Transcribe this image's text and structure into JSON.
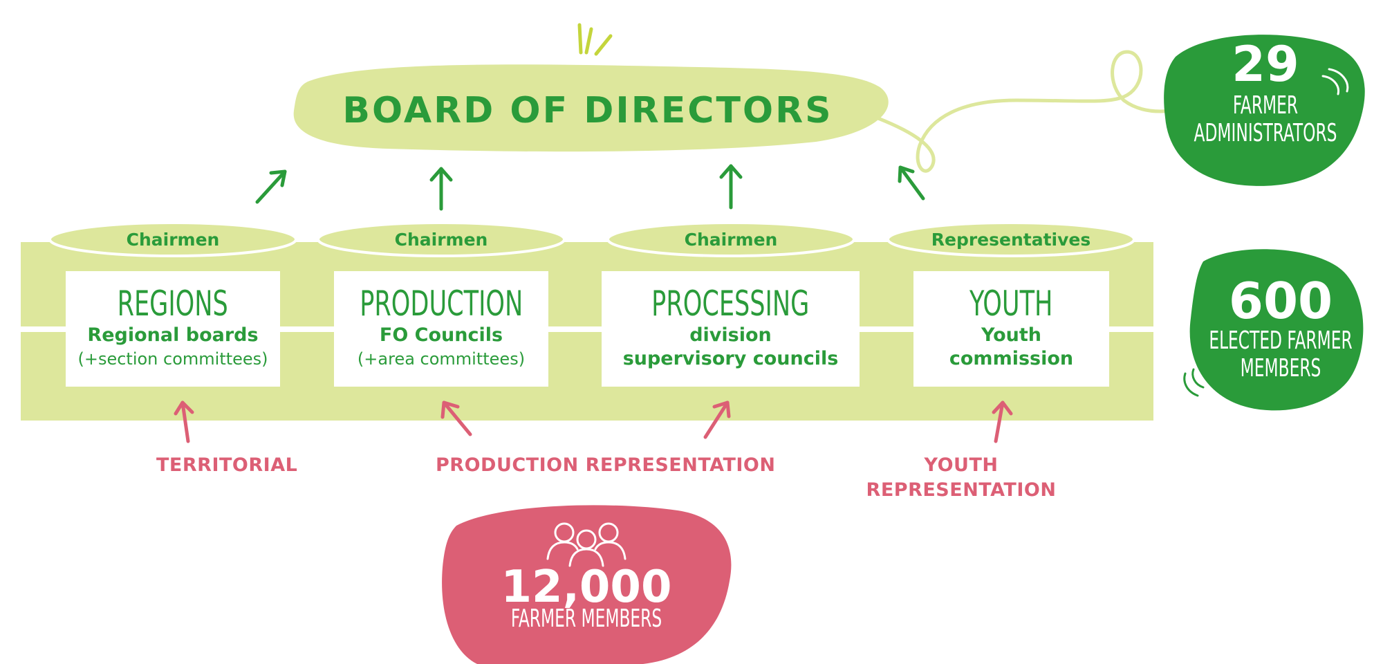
{
  "board": {
    "title": "BOARD OF DIRECTORS"
  },
  "pills": [
    {
      "label": "Chairmen"
    },
    {
      "label": "Chairmen"
    },
    {
      "label": "Chairmen"
    },
    {
      "label": "Representatives"
    }
  ],
  "boxes": [
    {
      "title": "REGIONS",
      "subtitle": "Regional boards",
      "note": "(+section committees)"
    },
    {
      "title": "PRODUCTION",
      "subtitle": "FO Councils",
      "note": "(+area committees)"
    },
    {
      "title": "PROCESSING",
      "line1": "division",
      "line2": "supervisory councils"
    },
    {
      "title": "YOUTH",
      "line1": "Youth",
      "line2": "commission"
    }
  ],
  "representation": {
    "territorial": "TERRITORIAL",
    "production": "PRODUCTION REPRESENTATION",
    "youth_line1": "YOUTH",
    "youth_line2": "REPRESENTATION"
  },
  "stats": {
    "administrators": {
      "number": "29",
      "line1": "FARMER",
      "line2": "ADMINISTRATORS"
    },
    "elected": {
      "number": "600",
      "line1": "ELECTED FARMER",
      "line2": "MEMBERS"
    },
    "members": {
      "number": "12,000",
      "caption": "FARMER MEMBERS",
      "icon": "people-group-icon"
    }
  },
  "colors": {
    "green_dark": "#2a9b3a",
    "green_light": "#dde79c",
    "pink": "#dc5f75",
    "white": "#ffffff"
  }
}
